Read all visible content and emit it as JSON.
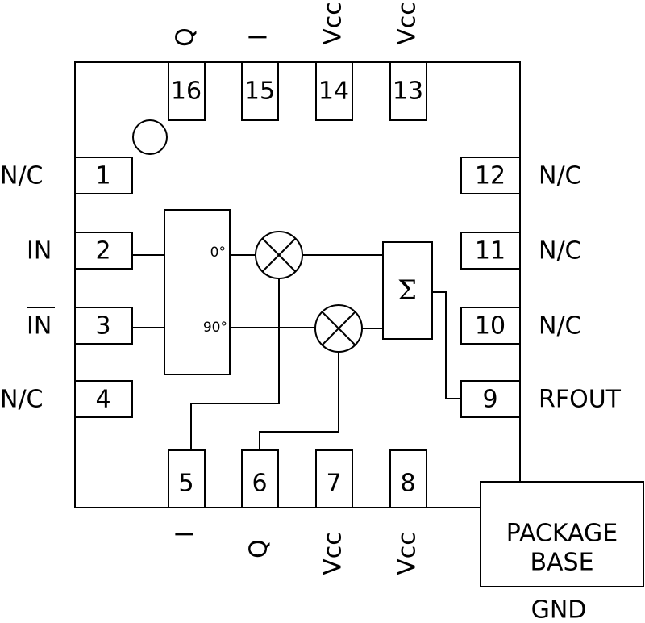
{
  "pins": [
    {
      "n": "1",
      "name": "N/C"
    },
    {
      "n": "2",
      "name": "IN"
    },
    {
      "n": "3",
      "name": "IN"
    },
    {
      "n": "4",
      "name": "N/C"
    },
    {
      "n": "5",
      "name": "I"
    },
    {
      "n": "6",
      "name": "Q"
    },
    {
      "n": "7",
      "name": "Vcc"
    },
    {
      "n": "8",
      "name": "Vcc"
    },
    {
      "n": "9",
      "name": "RFOUT"
    },
    {
      "n": "10",
      "name": "N/C"
    },
    {
      "n": "11",
      "name": "N/C"
    },
    {
      "n": "12",
      "name": "N/C"
    },
    {
      "n": "13",
      "name": "Vcc"
    },
    {
      "n": "14",
      "name": "Vcc"
    },
    {
      "n": "15",
      "name": "I"
    },
    {
      "n": "16",
      "name": "Q"
    }
  ],
  "phase_splitter": {
    "out_0": "0°",
    "out_90": "90°"
  },
  "summer_symbol": "Σ",
  "package_base": {
    "line1": "PACKAGE",
    "line2": "BASE",
    "gnd": "GND"
  }
}
